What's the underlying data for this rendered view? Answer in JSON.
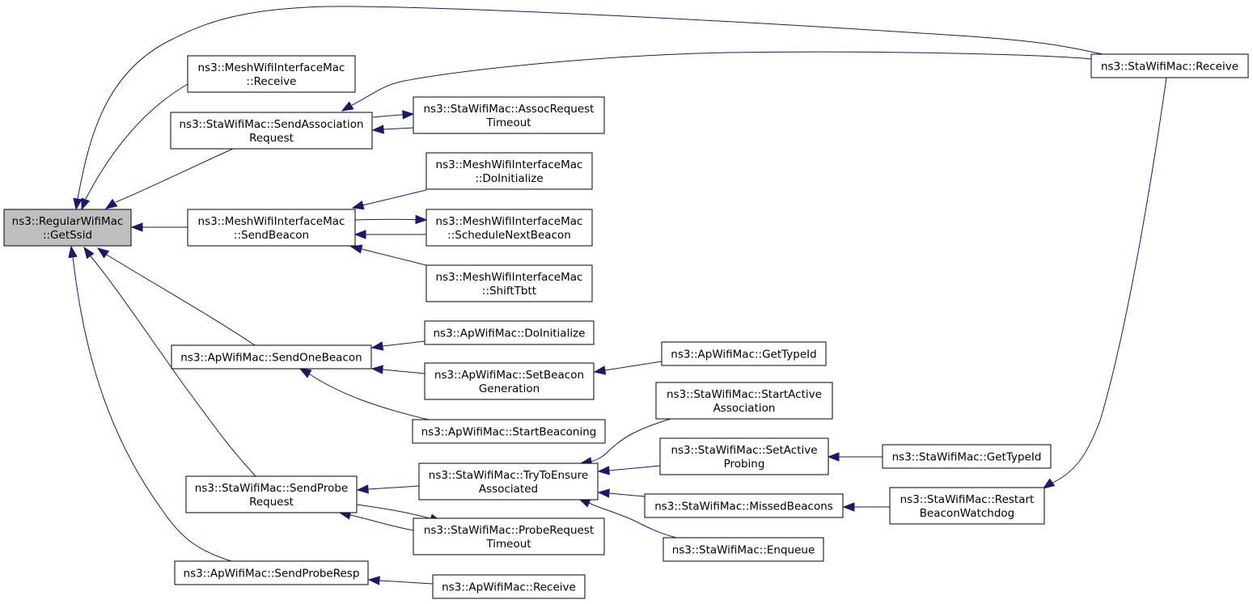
{
  "graph": {
    "nodes": [
      {
        "id": "root",
        "lines": [
          "ns3::RegularWifiMac",
          "::GetSsid"
        ],
        "root": true
      },
      {
        "id": "mesh_receive",
        "lines": [
          "ns3::MeshWifiInterfaceMac",
          "::Receive"
        ]
      },
      {
        "id": "sta_sendassoc",
        "lines": [
          "ns3::StaWifiMac::SendAssociation",
          "Request"
        ]
      },
      {
        "id": "sta_assoctimeout",
        "lines": [
          "ns3::StaWifiMac::AssocRequest",
          "Timeout"
        ]
      },
      {
        "id": "sta_receive",
        "lines": [
          "ns3::StaWifiMac::Receive"
        ]
      },
      {
        "id": "mesh_doinit",
        "lines": [
          "ns3::MeshWifiInterfaceMac",
          "::DoInitialize"
        ]
      },
      {
        "id": "mesh_sendbeacon",
        "lines": [
          "ns3::MeshWifiInterfaceMac",
          "::SendBeacon"
        ]
      },
      {
        "id": "mesh_schedule",
        "lines": [
          "ns3::MeshWifiInterfaceMac",
          "::ScheduleNextBeacon"
        ]
      },
      {
        "id": "mesh_shift",
        "lines": [
          "ns3::MeshWifiInterfaceMac",
          "::ShiftTbtt"
        ]
      },
      {
        "id": "ap_doinit",
        "lines": [
          "ns3::ApWifiMac::DoInitialize"
        ]
      },
      {
        "id": "ap_sendone",
        "lines": [
          "ns3::ApWifiMac::SendOneBeacon"
        ]
      },
      {
        "id": "ap_gettype",
        "lines": [
          "ns3::ApWifiMac::GetTypeId"
        ]
      },
      {
        "id": "ap_setbeacon",
        "lines": [
          "ns3::ApWifiMac::SetBeacon",
          "Generation"
        ]
      },
      {
        "id": "sta_startactive",
        "lines": [
          "ns3::StaWifiMac::StartActive",
          "Association"
        ]
      },
      {
        "id": "ap_startbeaconing",
        "lines": [
          "ns3::ApWifiMac::StartBeaconing"
        ]
      },
      {
        "id": "sta_setactive",
        "lines": [
          "ns3::StaWifiMac::SetActive",
          "Probing"
        ]
      },
      {
        "id": "sta_gettype",
        "lines": [
          "ns3::StaWifiMac::GetTypeId"
        ]
      },
      {
        "id": "sta_sendprobe",
        "lines": [
          "ns3::StaWifiMac::SendProbe",
          "Request"
        ]
      },
      {
        "id": "sta_trytoensure",
        "lines": [
          "ns3::StaWifiMac::TryToEnsure",
          "Associated"
        ]
      },
      {
        "id": "sta_missed",
        "lines": [
          "ns3::StaWifiMac::MissedBeacons"
        ]
      },
      {
        "id": "sta_restart",
        "lines": [
          "ns3::StaWifiMac::Restart",
          "BeaconWatchdog"
        ]
      },
      {
        "id": "sta_probetimeout",
        "lines": [
          "ns3::StaWifiMac::ProbeRequest",
          "Timeout"
        ]
      },
      {
        "id": "sta_enqueue",
        "lines": [
          "ns3::StaWifiMac::Enqueue"
        ]
      },
      {
        "id": "ap_sendproberesp",
        "lines": [
          "ns3::ApWifiMac::SendProbeResp"
        ]
      },
      {
        "id": "ap_receive",
        "lines": [
          "ns3::ApWifiMac::Receive"
        ]
      }
    ],
    "edges": [
      {
        "from": "sta_receive",
        "to": "root"
      },
      {
        "from": "mesh_receive",
        "to": "root"
      },
      {
        "from": "sta_sendassoc",
        "to": "root"
      },
      {
        "from": "mesh_sendbeacon",
        "to": "root"
      },
      {
        "from": "ap_sendone",
        "to": "root"
      },
      {
        "from": "sta_sendprobe",
        "to": "root"
      },
      {
        "from": "ap_sendproberesp",
        "to": "root"
      },
      {
        "from": "sta_receive",
        "to": "sta_sendassoc"
      },
      {
        "from": "sta_assoctimeout",
        "to": "sta_sendassoc"
      },
      {
        "from": "sta_sendassoc",
        "to": "sta_assoctimeout"
      },
      {
        "from": "mesh_doinit",
        "to": "mesh_sendbeacon"
      },
      {
        "from": "mesh_schedule",
        "to": "mesh_sendbeacon"
      },
      {
        "from": "mesh_sendbeacon",
        "to": "mesh_schedule"
      },
      {
        "from": "mesh_shift",
        "to": "mesh_sendbeacon"
      },
      {
        "from": "ap_doinit",
        "to": "ap_sendone"
      },
      {
        "from": "ap_setbeacon",
        "to": "ap_sendone"
      },
      {
        "from": "ap_startbeaconing",
        "to": "ap_sendone"
      },
      {
        "from": "ap_gettype",
        "to": "ap_setbeacon"
      },
      {
        "from": "sta_trytoensure",
        "to": "sta_sendprobe"
      },
      {
        "from": "sta_probetimeout",
        "to": "sta_sendprobe"
      },
      {
        "from": "sta_sendprobe",
        "to": "sta_probetimeout"
      },
      {
        "from": "sta_startactive",
        "to": "sta_trytoensure"
      },
      {
        "from": "sta_setactive",
        "to": "sta_trytoensure"
      },
      {
        "from": "sta_missed",
        "to": "sta_trytoensure"
      },
      {
        "from": "sta_enqueue",
        "to": "sta_trytoensure"
      },
      {
        "from": "sta_gettype",
        "to": "sta_setactive"
      },
      {
        "from": "sta_restart",
        "to": "sta_missed"
      },
      {
        "from": "sta_receive",
        "to": "sta_restart"
      },
      {
        "from": "ap_receive",
        "to": "ap_sendproberesp"
      }
    ]
  }
}
